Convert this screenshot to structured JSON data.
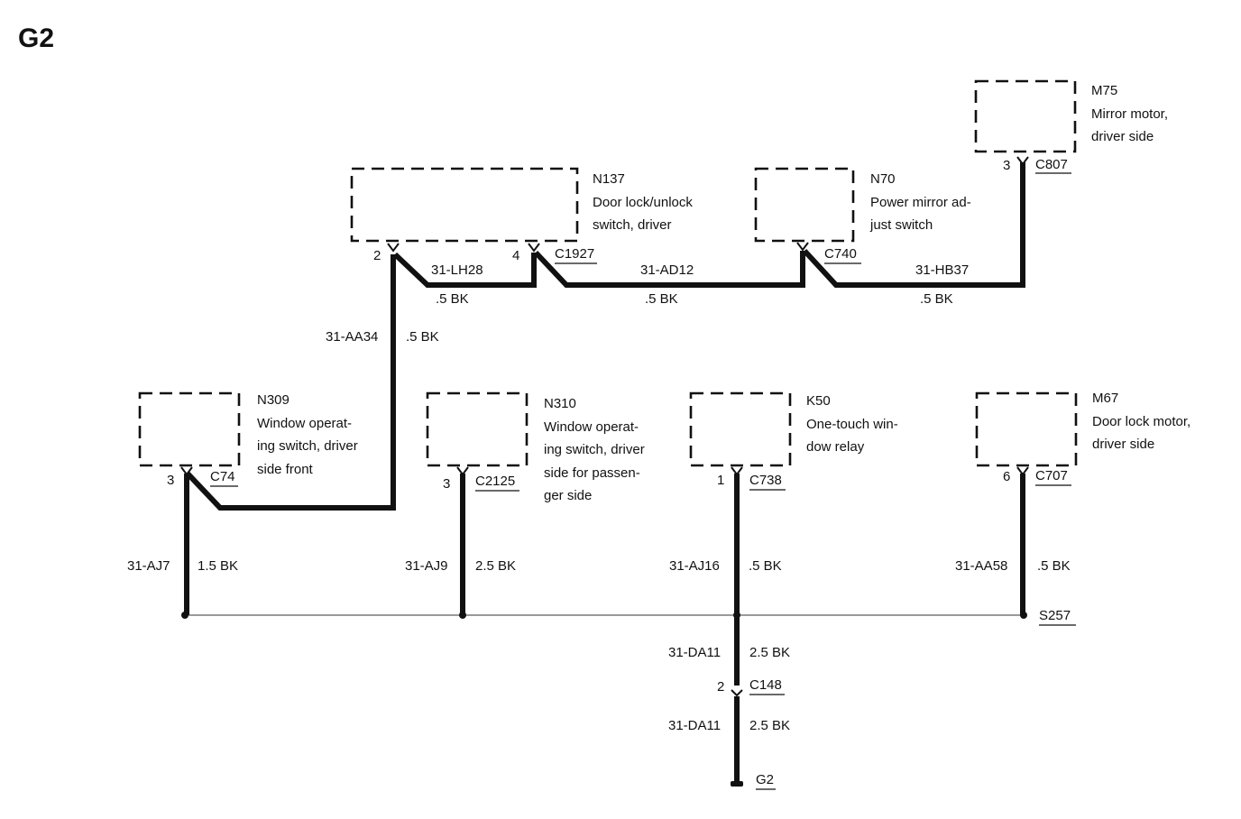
{
  "title": "G2",
  "components": [
    {
      "id": "m75",
      "ref": "M75",
      "desc": [
        "Mirror motor,",
        "driver side"
      ]
    },
    {
      "id": "n137",
      "ref": "N137",
      "desc": [
        "Door lock/unlock",
        "switch, driver"
      ]
    },
    {
      "id": "n70",
      "ref": "N70",
      "desc": [
        "Power mirror ad-",
        "just switch"
      ]
    },
    {
      "id": "n309",
      "ref": "N309",
      "desc": [
        "Window operat-",
        "ing switch, driver",
        "side front"
      ]
    },
    {
      "id": "n310",
      "ref": "N310",
      "desc": [
        "Window operat-",
        "ing switch, driver",
        "side for passen-",
        "ger side"
      ]
    },
    {
      "id": "k50",
      "ref": "K50",
      "desc": [
        "One-touch win-",
        "dow relay"
      ]
    },
    {
      "id": "m67",
      "ref": "M67",
      "desc": [
        "Door lock motor,",
        "driver side"
      ]
    }
  ],
  "pins": {
    "m75": "3",
    "n137_a": "2",
    "n137_b": "4",
    "n309": "3",
    "n310": "3",
    "k50": "1",
    "m67": "6",
    "c148": "2"
  },
  "connectors": {
    "c807": "C807",
    "c1927": "C1927",
    "c740": "C740",
    "c74": "C74",
    "c2125": "C2125",
    "c738": "C738",
    "c707": "C707",
    "s257": "S257",
    "c148": "C148",
    "g2": "G2"
  },
  "wires": {
    "lh28": {
      "id": "31-LH28",
      "spec": ".5 BK"
    },
    "ad12": {
      "id": "31-AD12",
      "spec": ".5 BK"
    },
    "hb37": {
      "id": "31-HB37",
      "spec": ".5 BK"
    },
    "aa34": {
      "id": "31-AA34",
      "spec": ".5 BK"
    },
    "aj7": {
      "id": "31-AJ7",
      "spec": "1.5 BK"
    },
    "aj9": {
      "id": "31-AJ9",
      "spec": "2.5 BK"
    },
    "aj16": {
      "id": "31-AJ16",
      "spec": ".5 BK"
    },
    "aa58": {
      "id": "31-AA58",
      "spec": ".5 BK"
    },
    "da11_upper": {
      "id": "31-DA11",
      "spec": "2.5 BK"
    },
    "da11_lower": {
      "id": "31-DA11",
      "spec": "2.5 BK"
    }
  }
}
